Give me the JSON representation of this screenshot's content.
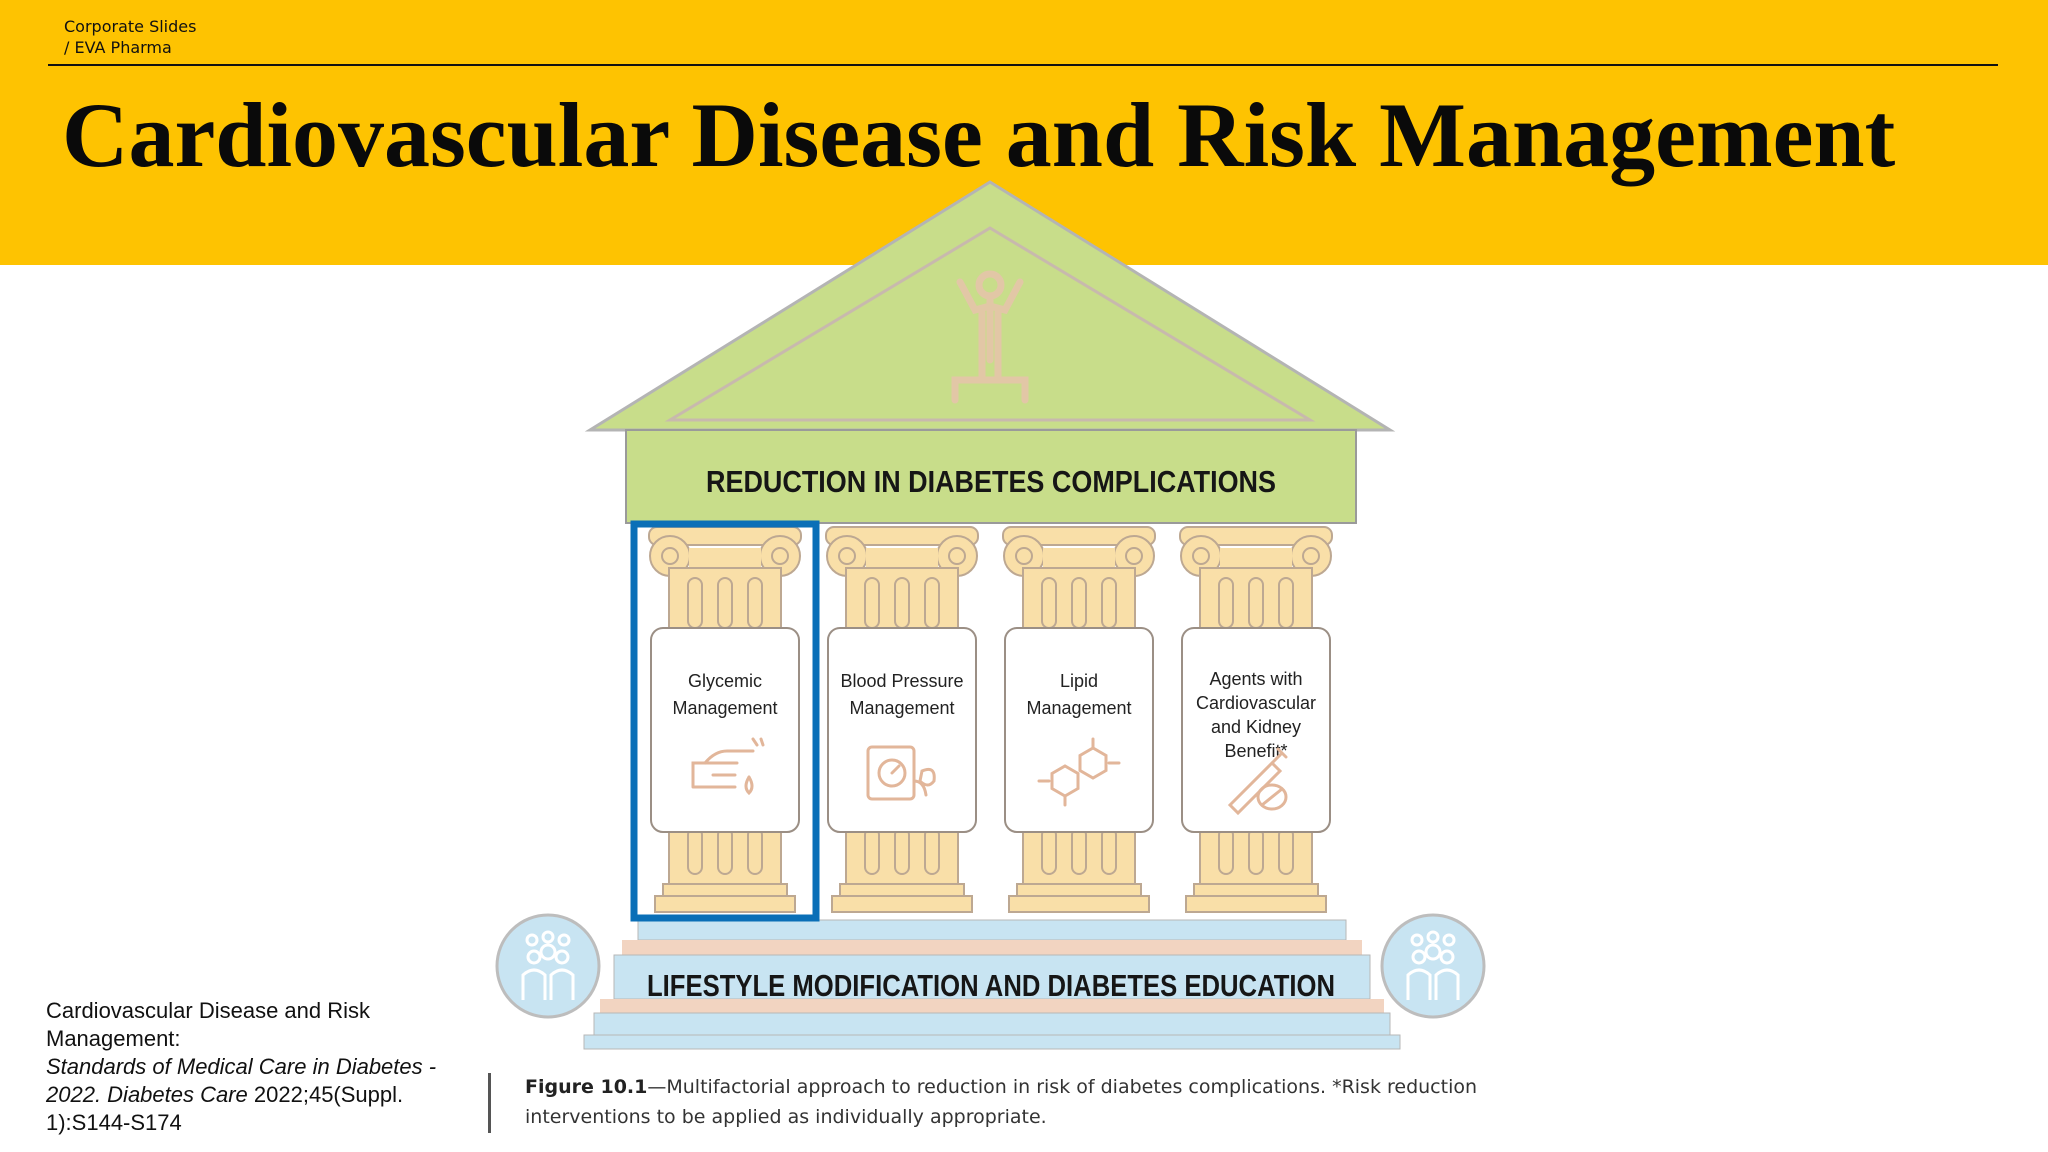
{
  "header": {
    "breadcrumb_line1": "Corporate Slides",
    "breadcrumb_line2": "/ EVA Pharma",
    "title": "Cardiovascular Disease and Risk Management"
  },
  "figure": {
    "roof_banner": "REDUCTION IN DIABETES COMPLICATIONS",
    "base_banner": "LIFESTYLE MODIFICATION AND DIABETES EDUCATION",
    "columns": [
      {
        "lines": [
          "Glycemic",
          "Management"
        ],
        "icon": "finger-prick-icon",
        "highlighted": true
      },
      {
        "lines": [
          "Blood Pressure",
          "Management"
        ],
        "icon": "blood-pressure-monitor-icon",
        "highlighted": false
      },
      {
        "lines": [
          "Lipid",
          "Management"
        ],
        "icon": "molecule-icon",
        "highlighted": false
      },
      {
        "lines": [
          "Agents with",
          "Cardiovascular",
          "and Kidney",
          "Benefit*"
        ],
        "icon": "pill-syringe-icon",
        "highlighted": false
      }
    ],
    "colors": {
      "banner": "#fec301",
      "roof": "#c8dd8a",
      "column": "#f9dfa8",
      "steps": "#c8e4f2",
      "highlight": "#0a6fb7"
    }
  },
  "citation": {
    "line1": "Cardiovascular Disease and Risk Management:",
    "italic": "Standards of Medical Care in Diabetes - 2022. Diabetes Care",
    "rest": " 2022;45(Suppl. 1):S144-S174"
  },
  "caption": {
    "label": "Figure 10.1",
    "text": "—Multifactorial approach to reduction in risk of diabetes complications. *Risk reduction interventions to be applied as individually appropriate."
  }
}
